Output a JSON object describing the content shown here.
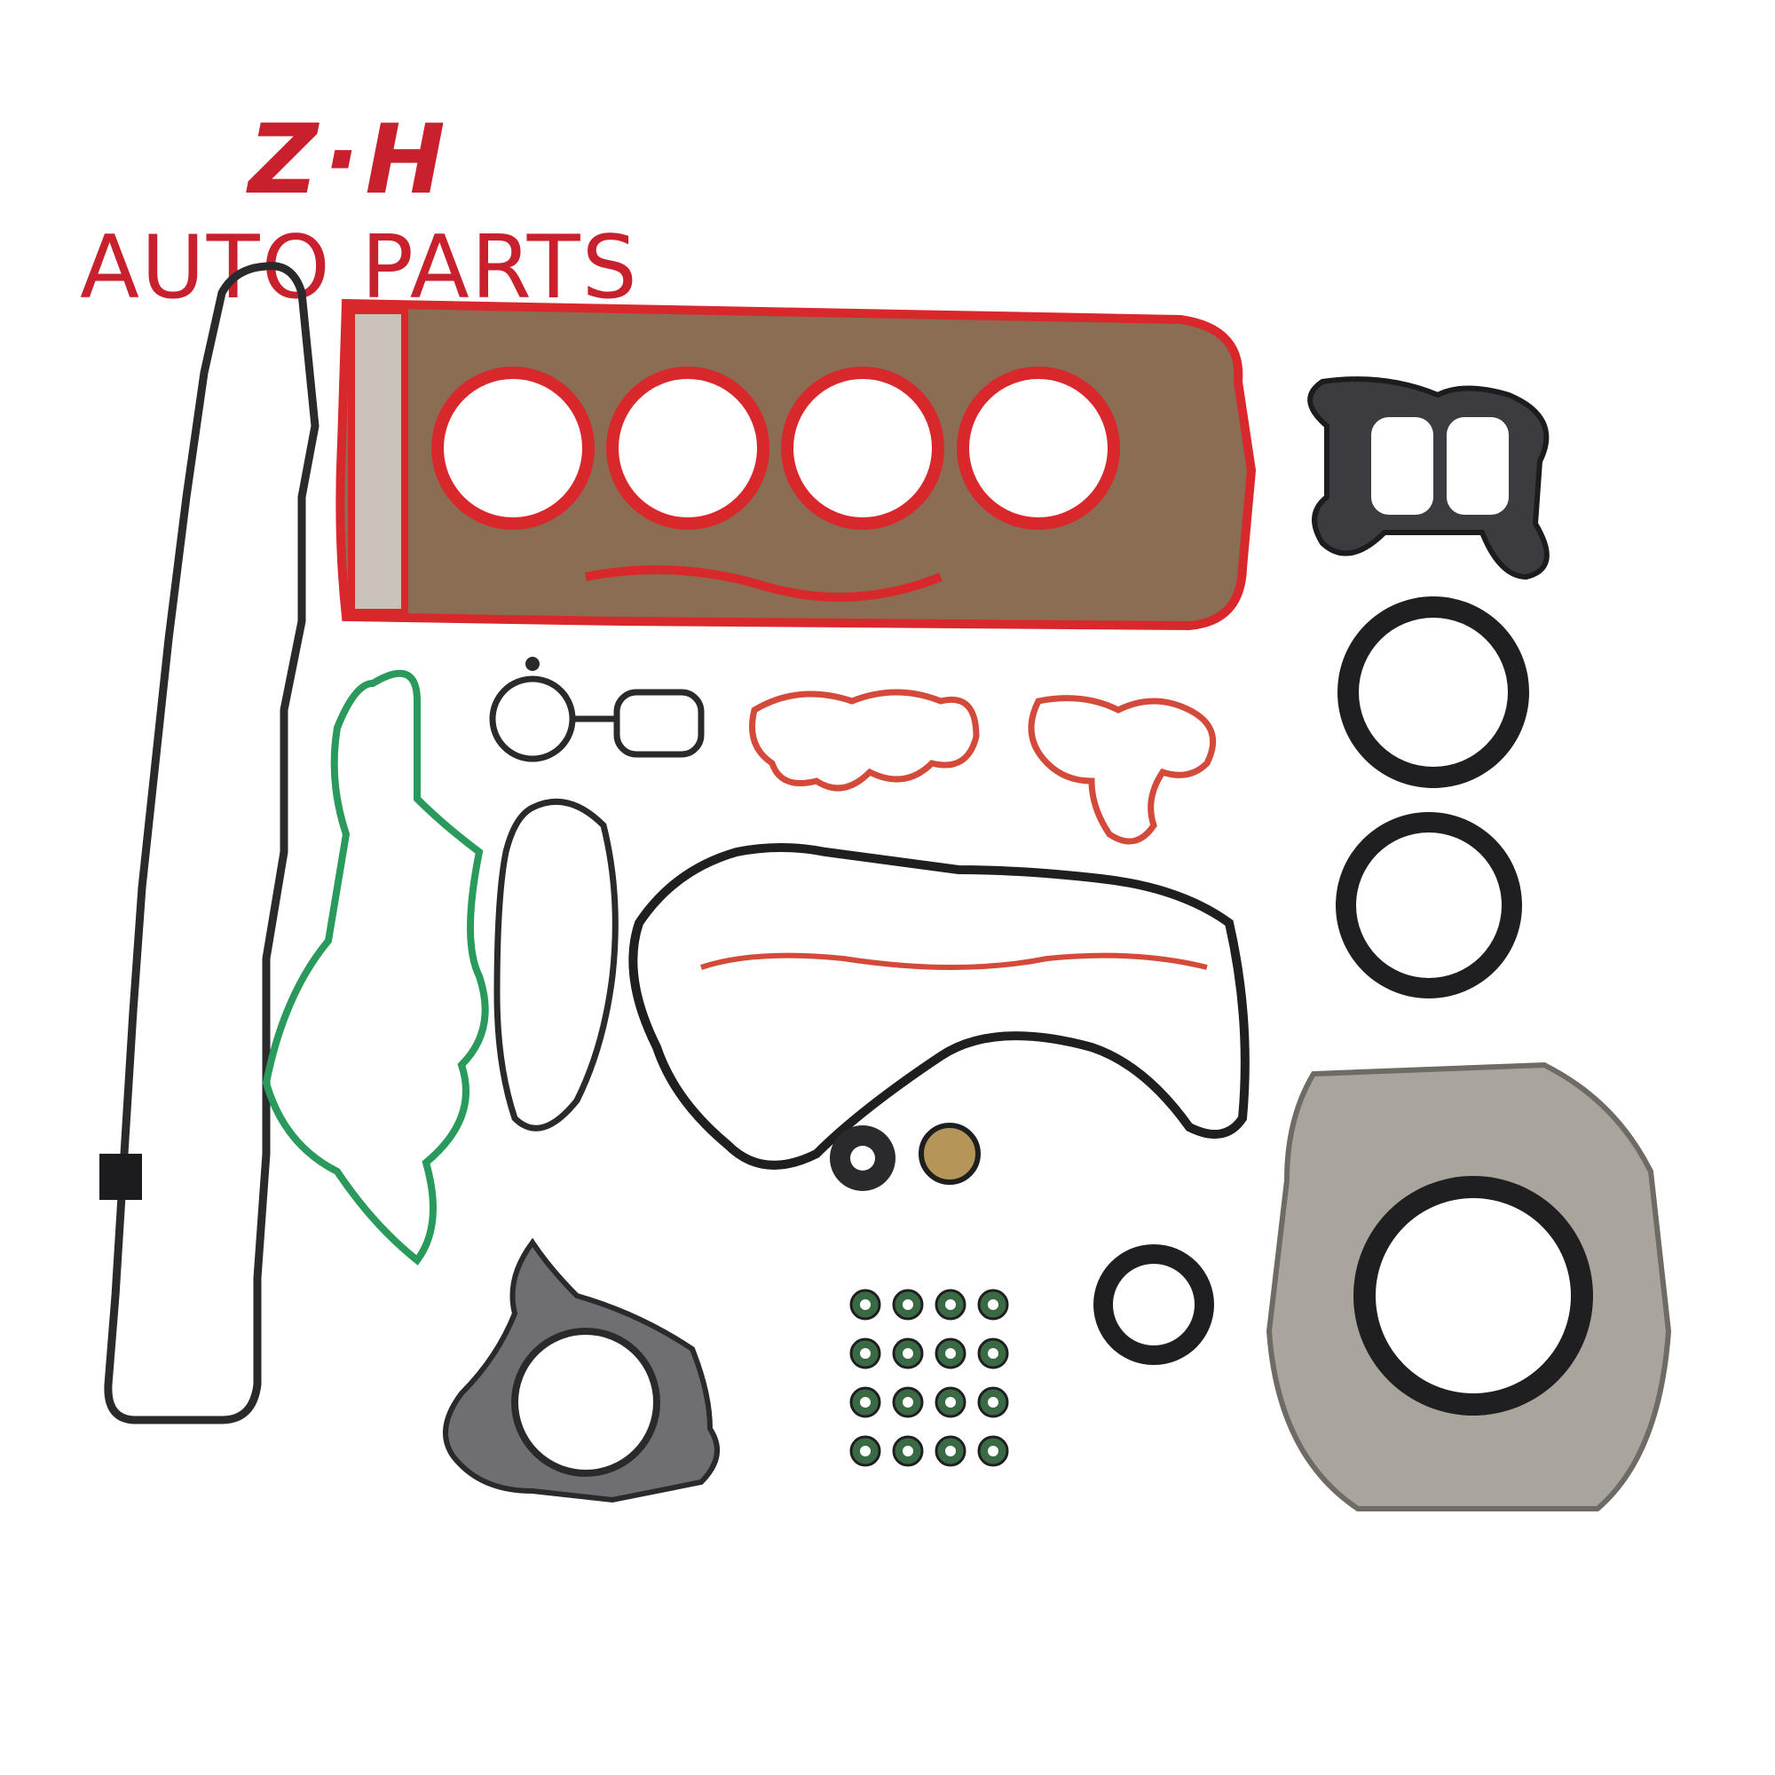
{
  "brand": {
    "line1": "Z·H",
    "line2": "AUTO PARTS",
    "color": "#c8202c"
  },
  "product": {
    "parts": [
      "valve-cover-gasket",
      "cylinder-head-gasket",
      "exhaust-manifold-gasket",
      "front-crankshaft-seal",
      "rear-crankshaft-seal",
      "green-intake-gasket",
      "thermostat-gasket",
      "water-pump-gasket",
      "oil-filter-housing-gaskets",
      "timing-cover-gasket",
      "oil-pan-gasket",
      "camshaft-seal",
      "cup-plug",
      "turbo-gasket",
      "valve-stem-seals",
      "small-crank-seal",
      "rear-main-seal-housing"
    ],
    "valve_stem_seal_count": 16,
    "colors": {
      "head_gasket_red": "#d8282c",
      "head_gasket_metal": "#8a6d52",
      "green_gasket": "#2a9a5c",
      "black_rubber": "#1f1f22",
      "aluminum_housing": "#a9a49c"
    }
  }
}
